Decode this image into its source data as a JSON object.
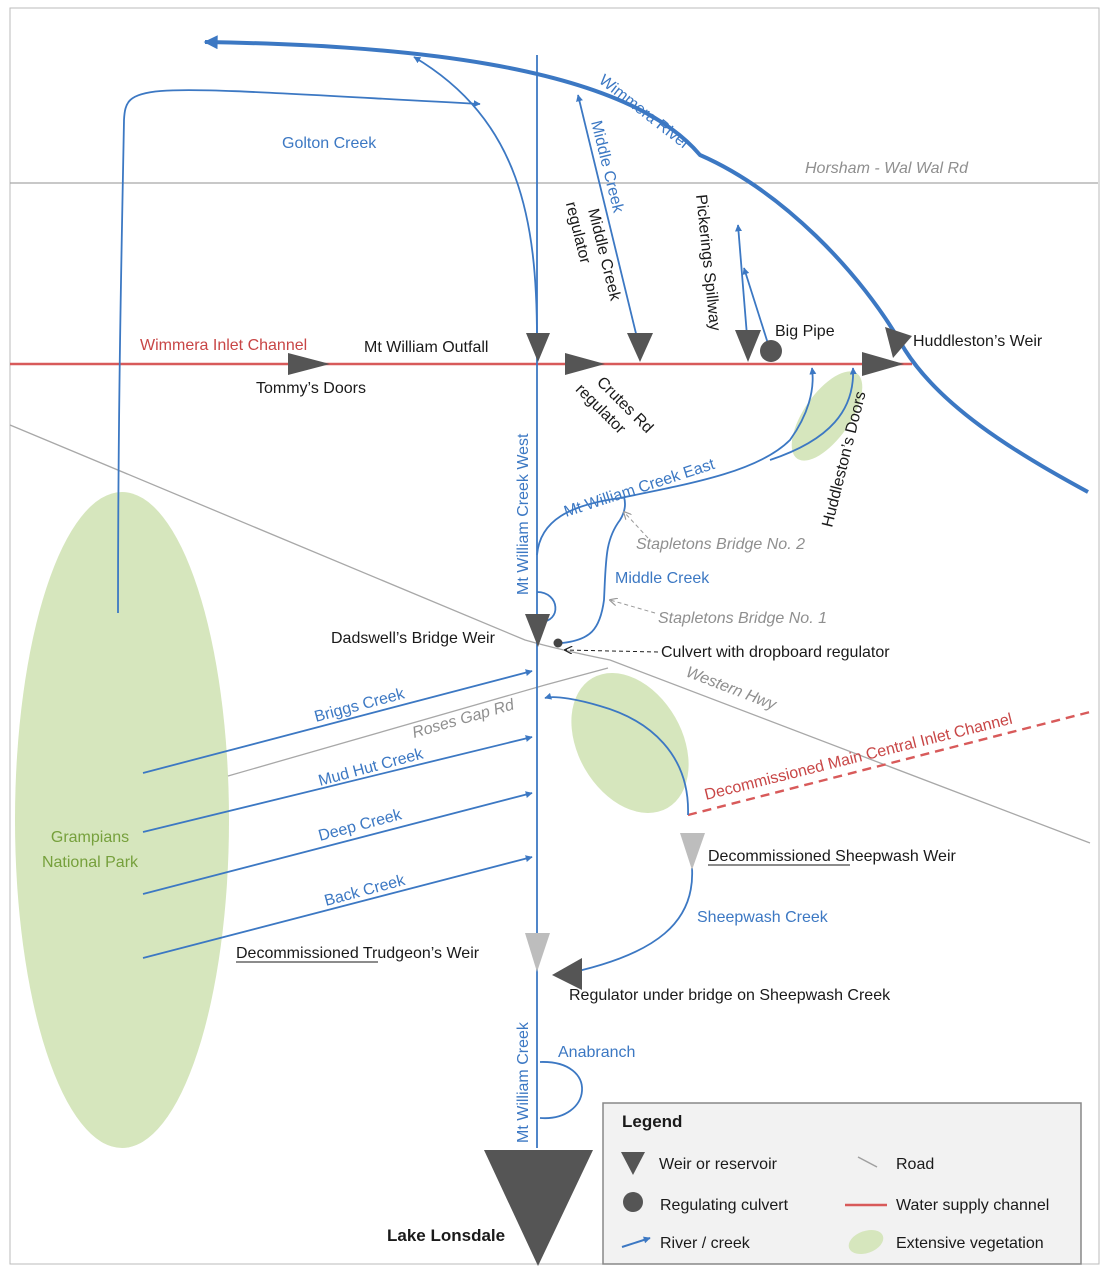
{
  "labels": {
    "golton_creek": "Golton Creek",
    "horsham_rd": "Horsham - Wal Wal Rd",
    "wimmera_river": "Wimmera River",
    "middle_creek_top": "Middle Creek",
    "middle_creek_regulator": "Middle Creek regulator",
    "pickerings_spillway": "Pickerings Spillway",
    "big_pipe": "Big Pipe",
    "huddlestons_weir": "Huddleston’s Weir",
    "wimmera_inlet_channel": "Wimmera Inlet Channel",
    "mt_william_outfall": "Mt William Outfall",
    "tommys_doors": "Tommy’s Doors",
    "crutes_rd_regulator": "Crutes Rd regulator",
    "huddlestons_doors": "Huddleston’s Doors",
    "mt_william_creek_west": "Mt William Creek West",
    "mt_william_creek_east": "Mt William Creek East",
    "stapletons_bridge_2": "Stapletons Bridge No. 2",
    "middle_creek_lower": "Middle Creek",
    "stapletons_bridge_1": "Stapletons Bridge No. 1",
    "dadswells_bridge_weir": "Dadswell’s Bridge Weir",
    "culvert_dropboard": "Culvert with dropboard regulator",
    "western_hwy": "Western Hwy",
    "briggs_creek": "Briggs Creek",
    "roses_gap_rd": "Roses Gap Rd",
    "mud_hut_creek": "Mud Hut Creek",
    "deep_creek": "Deep Creek",
    "back_creek": "Back Creek",
    "decommissioned_main_central": "Decommissioned Main Central Inlet Channel",
    "grampians_line1": "Grampians",
    "grampians_line2": "National Park",
    "decommissioned_word": "Decommissioned",
    "sheepwash_weir_rest": " Sheepwash Weir",
    "sheepwash_creek": "Sheepwash Creek",
    "trudgeons_weir_rest": " Trudgeon’s Weir",
    "regulator_sheepwash": "Regulator under bridge on Sheepwash Creek",
    "anabranch": "Anabranch",
    "mt_william_creek": "Mt William Creek",
    "lake_lonsdale": "Lake Lonsdale"
  },
  "legend": {
    "title": "Legend",
    "items": [
      {
        "symbol": "weir-icon",
        "label": "Weir or reservoir"
      },
      {
        "symbol": "road-line-icon",
        "label": "Road"
      },
      {
        "symbol": "culvert-icon",
        "label": "Regulating culvert"
      },
      {
        "symbol": "channel-line-icon",
        "label": "Water supply channel"
      },
      {
        "symbol": "arrow-icon",
        "label": "River / creek"
      },
      {
        "symbol": "vegetation-icon",
        "label": "Extensive vegetation"
      }
    ]
  },
  "colors": {
    "river": "#3c78c3",
    "channel": "#d85a5a",
    "road": "#a8a8a8",
    "vegetation": "#d6e6bd",
    "weir": "#555555",
    "decommissioned_weir": "#bdbdbd",
    "park_label": "#76a03c"
  }
}
